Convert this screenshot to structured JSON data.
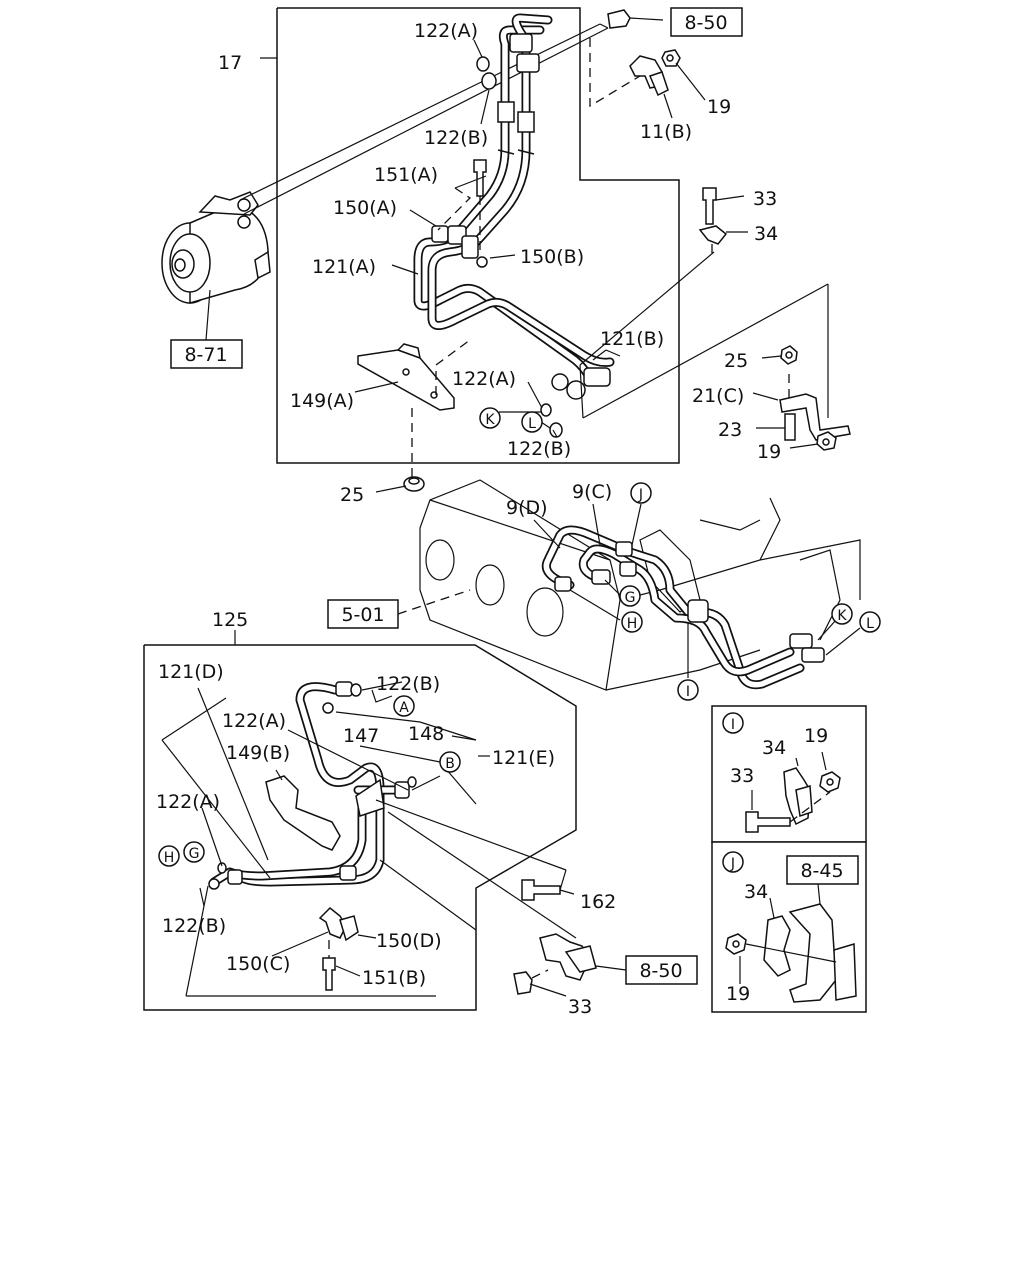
{
  "refs": {
    "r850_top": "8-50",
    "r871": "8-71",
    "r501": "5-01",
    "r845": "8-45",
    "r850_bottom": "8-50"
  },
  "labels": {
    "l17": "17",
    "l122A_1": "122(A)",
    "l122B_1": "122(B)",
    "l19_1": "19",
    "l11B": "11(B)",
    "l151A": "151(A)",
    "l150A": "150(A)",
    "l150B": "150(B)",
    "l121A": "121(A)",
    "l33_1": "33",
    "l34_1": "34",
    "l121B": "121(B)",
    "l122A_2": "122(A)",
    "l149A": "149(A)",
    "l122B_2": "122(B)",
    "l25_1": "25",
    "l21C": "21(C)",
    "l23": "23",
    "l19_2": "19",
    "l25_2": "25",
    "l9D": "9(D)",
    "l9C": "9(C)",
    "l125": "125",
    "l121D": "121(D)",
    "l122B_3": "122(B)",
    "l122A_3": "122(A)",
    "l148": "148",
    "l147": "147",
    "l121E": "121(E)",
    "l149B": "149(B)",
    "l122A_4": "122(A)",
    "l122B_4": "122(B)",
    "l162": "162",
    "l150D": "150(D)",
    "l150C": "150(C)",
    "l151B": "151(B)",
    "l33_2": "33",
    "l34_I": "34",
    "l19_I": "19",
    "l33_I": "33",
    "l34_J": "34",
    "l19_J": "19"
  },
  "markers": {
    "K1": "K",
    "L1": "L",
    "J1": "J",
    "G1": "G",
    "H1": "H",
    "K2": "K",
    "L2": "L",
    "I1": "I",
    "A1": "A",
    "B1": "B",
    "H2": "H",
    "G2": "G",
    "I_inset": "I",
    "J_inset": "J"
  }
}
